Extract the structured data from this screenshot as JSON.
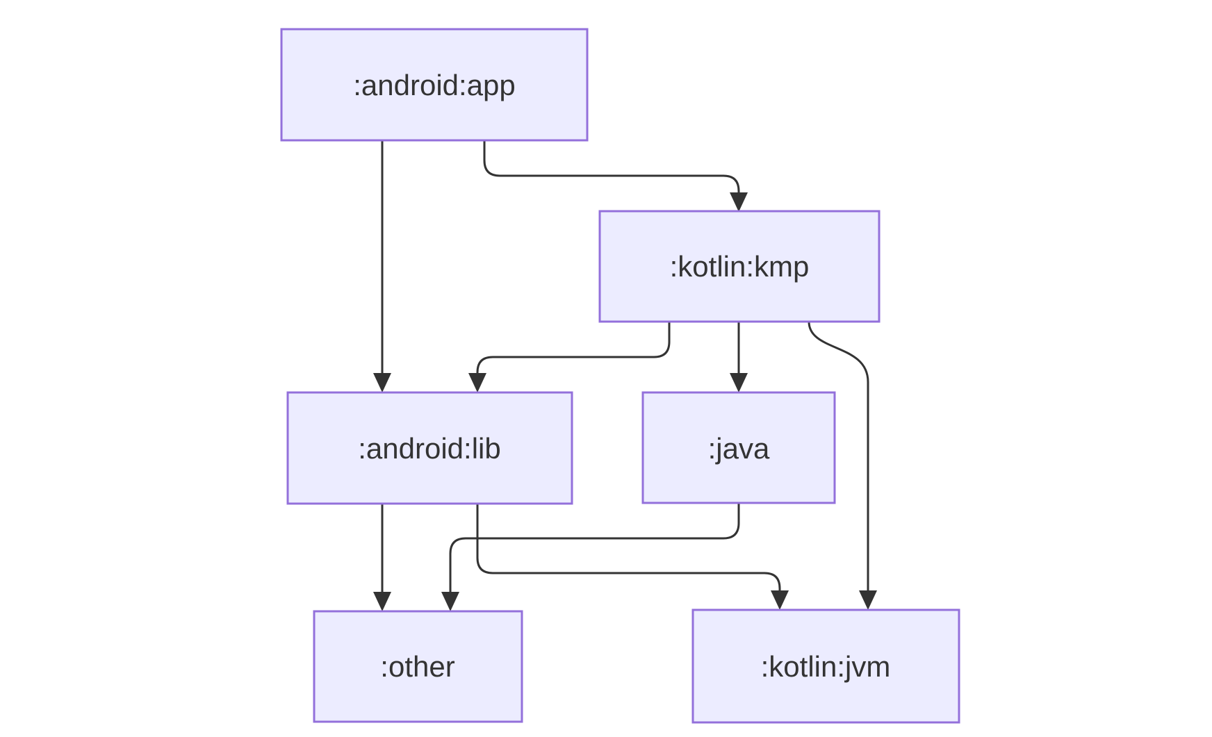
{
  "diagram": {
    "type": "flowchart",
    "direction": "top-down",
    "description": "Gradle module dependency graph",
    "colors": {
      "background": "#ffffff",
      "node_fill": "#ECECFF",
      "node_border": "#9370DB",
      "edge": "#333333",
      "label_text": "#333333"
    },
    "nodes": [
      {
        "id": "android-app",
        "label": ":android:app"
      },
      {
        "id": "kotlin-kmp",
        "label": ":kotlin:kmp"
      },
      {
        "id": "android-lib",
        "label": ":android:lib"
      },
      {
        "id": "java",
        "label": ":java"
      },
      {
        "id": "other",
        "label": ":other"
      },
      {
        "id": "kotlin-jvm",
        "label": ":kotlin:jvm"
      }
    ],
    "edges": [
      {
        "from": ":android:app",
        "to": ":android:lib"
      },
      {
        "from": ":android:app",
        "to": ":kotlin:kmp"
      },
      {
        "from": ":kotlin:kmp",
        "to": ":android:lib"
      },
      {
        "from": ":kotlin:kmp",
        "to": ":java"
      },
      {
        "from": ":kotlin:kmp",
        "to": ":kotlin:jvm"
      },
      {
        "from": ":android:lib",
        "to": ":other"
      },
      {
        "from": ":android:lib",
        "to": ":kotlin:jvm"
      },
      {
        "from": ":java",
        "to": ":other"
      }
    ]
  }
}
